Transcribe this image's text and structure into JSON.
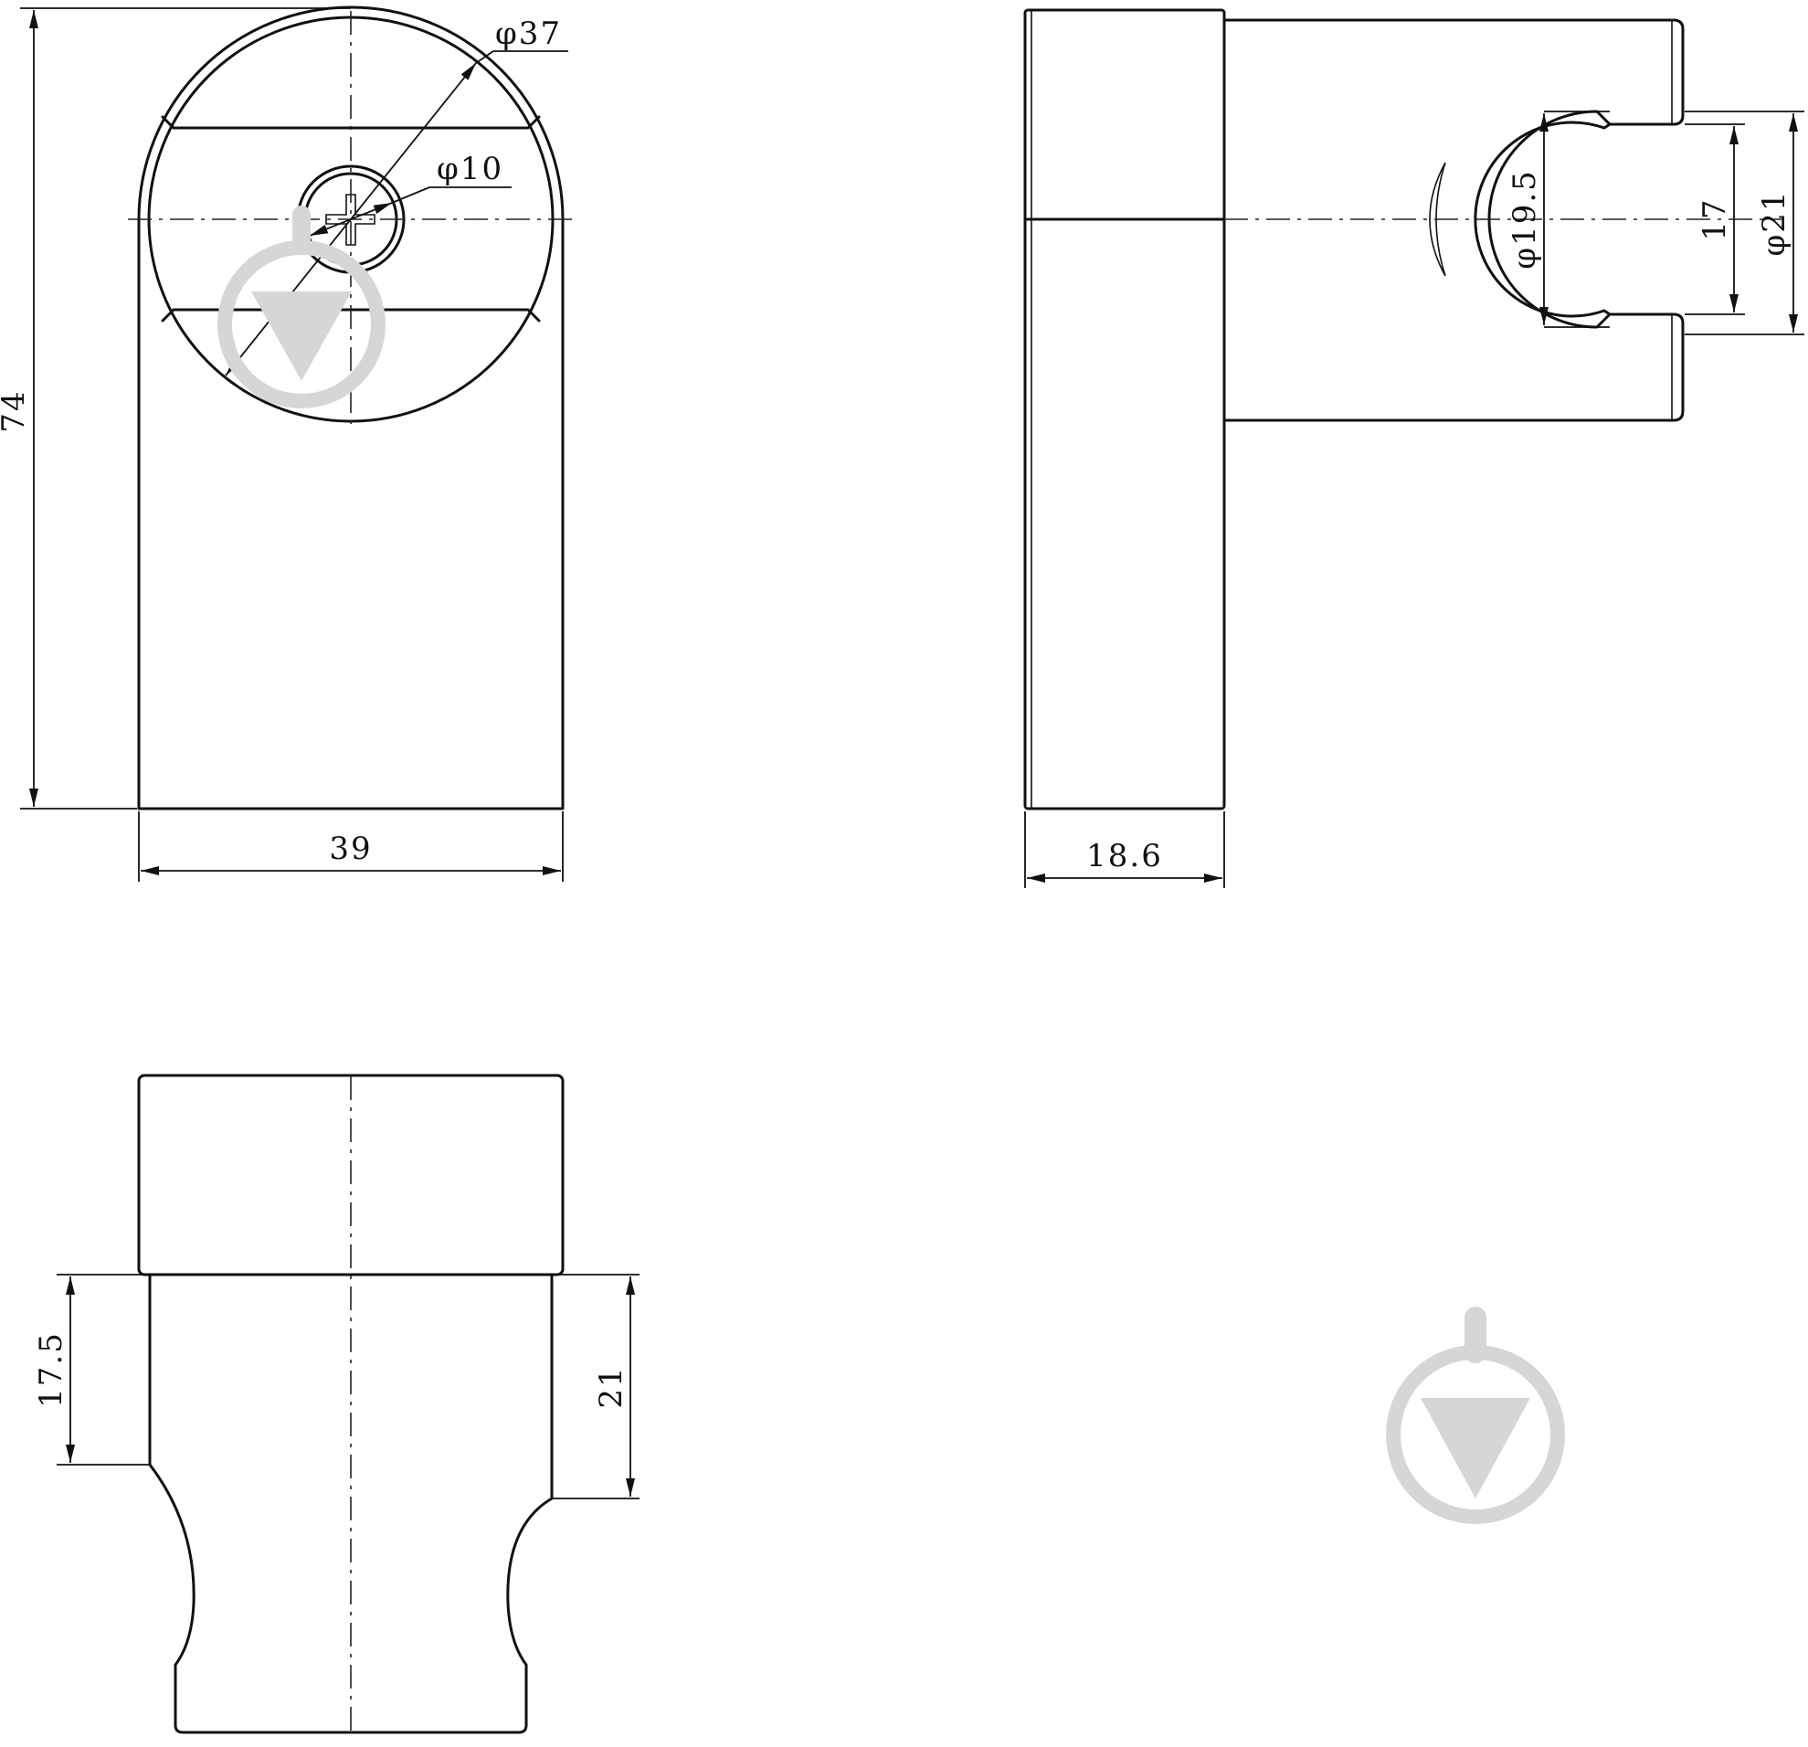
{
  "dimensions": {
    "height": "74",
    "width": "39",
    "outer_diameter": "φ37",
    "screw_diameter": "φ10",
    "depth": "18.6",
    "clip_inner_diameter": "φ19.5",
    "clip_opening": "17",
    "clip_outer_diameter": "φ21",
    "socket_depth_left": "17.5",
    "socket_depth_right": "21"
  },
  "colors": {
    "line": "#111111",
    "watermark": "#d6d6d6",
    "background": "#ffffff"
  },
  "icons": [
    "logo-watermark-icon"
  ]
}
